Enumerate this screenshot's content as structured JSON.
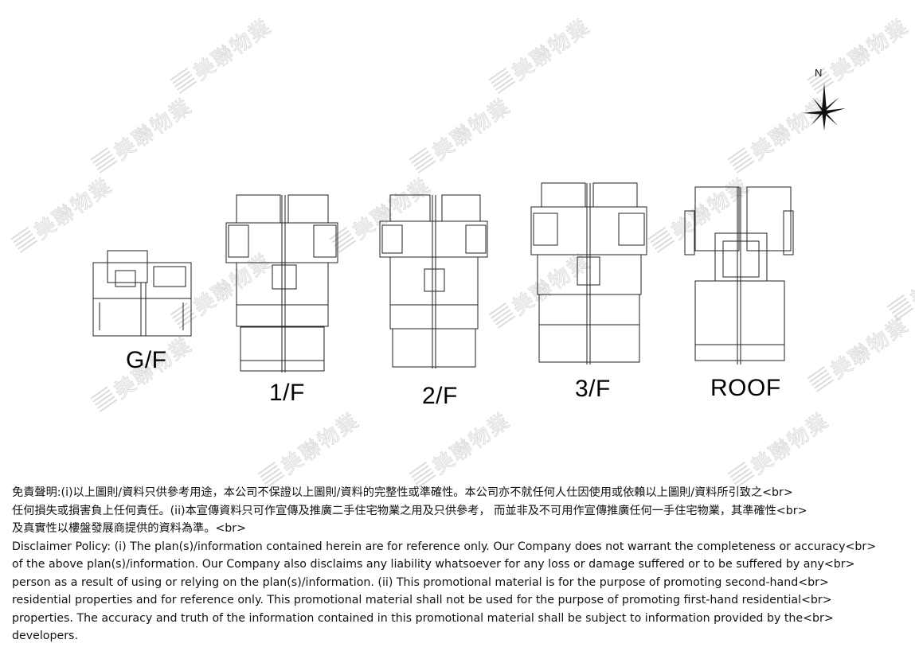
{
  "watermark": {
    "text": "美聯物業"
  },
  "compass": {
    "north_label": "N"
  },
  "floors": [
    {
      "label": "G/F"
    },
    {
      "label": "1/F"
    },
    {
      "label": "2/F"
    },
    {
      "label": "3/F"
    },
    {
      "label": "ROOF"
    }
  ],
  "disclaimer": {
    "lines": [
      "免責聲明:(i)以上圖則/資料只供參考用途，本公司不保證以上圖則/資料的完整性或準確性。本公司亦不就任何人仕因使用或依賴以上圖則/資料所引致之<br>",
      "任何損失或損害負上任何責任。(ii)本宣傳資料只可作宣傳及推廣二手住宅物業之用及只供參考， 而並非及不可用作宣傳推廣任何一手住宅物業，其準確性<br>",
      "及真實性以樓盤發展商提供的資料為準。<br>",
      "Disclaimer Policy: (i) The plan(s)/information contained herein are for reference only. Our Company does not warrant the completeness or accuracy<br>",
      "of the above plan(s)/information. Our Company also disclaims any liability whatsoever for any loss or damage suffered or to be suffered by any<br>",
      "person as a result of using or relying on the plan(s)/information. (ii) This promotional material is for the purpose of promoting second-hand<br>",
      "residential properties and for reference only. This promotional material shall not be used for the purpose of promoting first-hand residential<br>",
      "properties. The accuracy and truth of the information contained in this promotional material shall be subject to information provided by the<br>",
      "developers."
    ]
  }
}
